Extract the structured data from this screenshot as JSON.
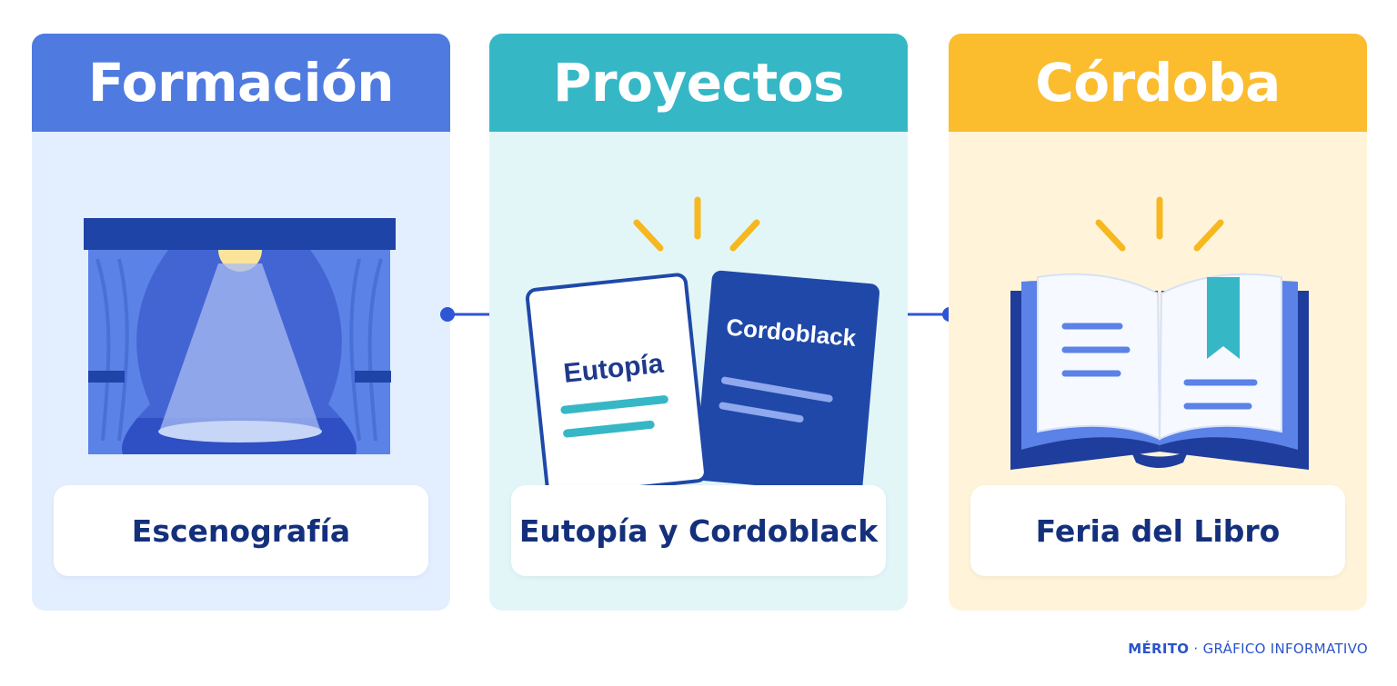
{
  "cards": [
    {
      "header": "Formación",
      "label": "Escenografía",
      "illustration": "theater-stage-icon"
    },
    {
      "header": "Proyectos",
      "label": "Eutopía y Cordoblack",
      "illustration": "project-cards-icon",
      "card_texts": [
        "Eutopía",
        "Cordoblack"
      ]
    },
    {
      "header": "Córdoba",
      "label": "Feria del Libro",
      "illustration": "open-book-icon"
    }
  ],
  "footer": {
    "brand": "MÉRITO",
    "separator": " · ",
    "caption": "GRÁFICO INFORMATIVO"
  },
  "colors": {
    "formacion_header": "#4f7ae0",
    "proyectos_header": "#36b7c6",
    "cordoba_header": "#fbbc2e",
    "label_text": "#14307c",
    "footer_text": "#2a54c8"
  }
}
